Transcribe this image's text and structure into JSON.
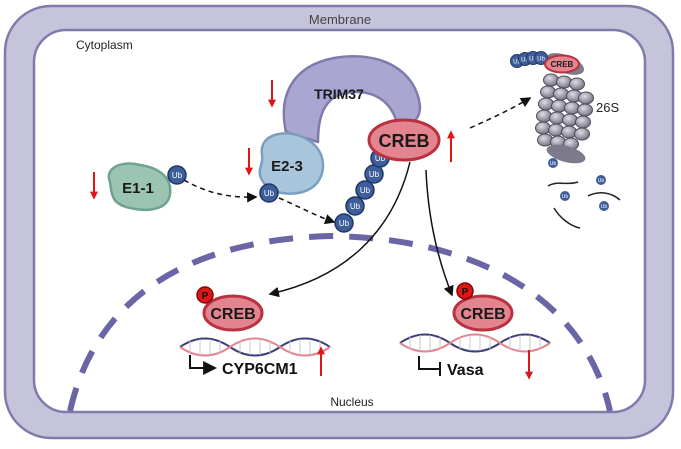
{
  "labels": {
    "membrane": "Membrane",
    "cytoplasm": "Cytoplasm",
    "nucleus": "Nucleus",
    "proteasome": "26S"
  },
  "proteins": {
    "e1": "E1-1",
    "e2": "E2-3",
    "trim37": "TRIM37",
    "creb": "CREB",
    "creb_nuclear_left": "CREB",
    "creb_nuclear_right": "CREB",
    "creb_degraded": "CREB"
  },
  "genes": {
    "left": "CYP6CM1",
    "right": "Vasa"
  },
  "marks": {
    "ubiquitin": "Ub",
    "phospho": "P"
  },
  "regulation": {
    "e1": "down",
    "e2": "down",
    "trim37": "down",
    "creb": "up",
    "cyp6cm1": "up",
    "vasa": "down"
  },
  "colors": {
    "membrane_fill": "#c5c4db",
    "membrane_stroke": "#7f7bab",
    "cytoplasm_fill": "#ffffff",
    "nucleus_dash": "#6a66a6",
    "trim37": "#a9a6d2",
    "e1": "#9cc4b3",
    "e2": "#a9c5dc",
    "creb_fill": "#e3848f",
    "creb_stroke": "#b8323f",
    "ubiquitin": "#3d5e9a",
    "phospho": "#e01515",
    "arrow_red": "#e01515",
    "proteasome": "#8e8c9a"
  }
}
